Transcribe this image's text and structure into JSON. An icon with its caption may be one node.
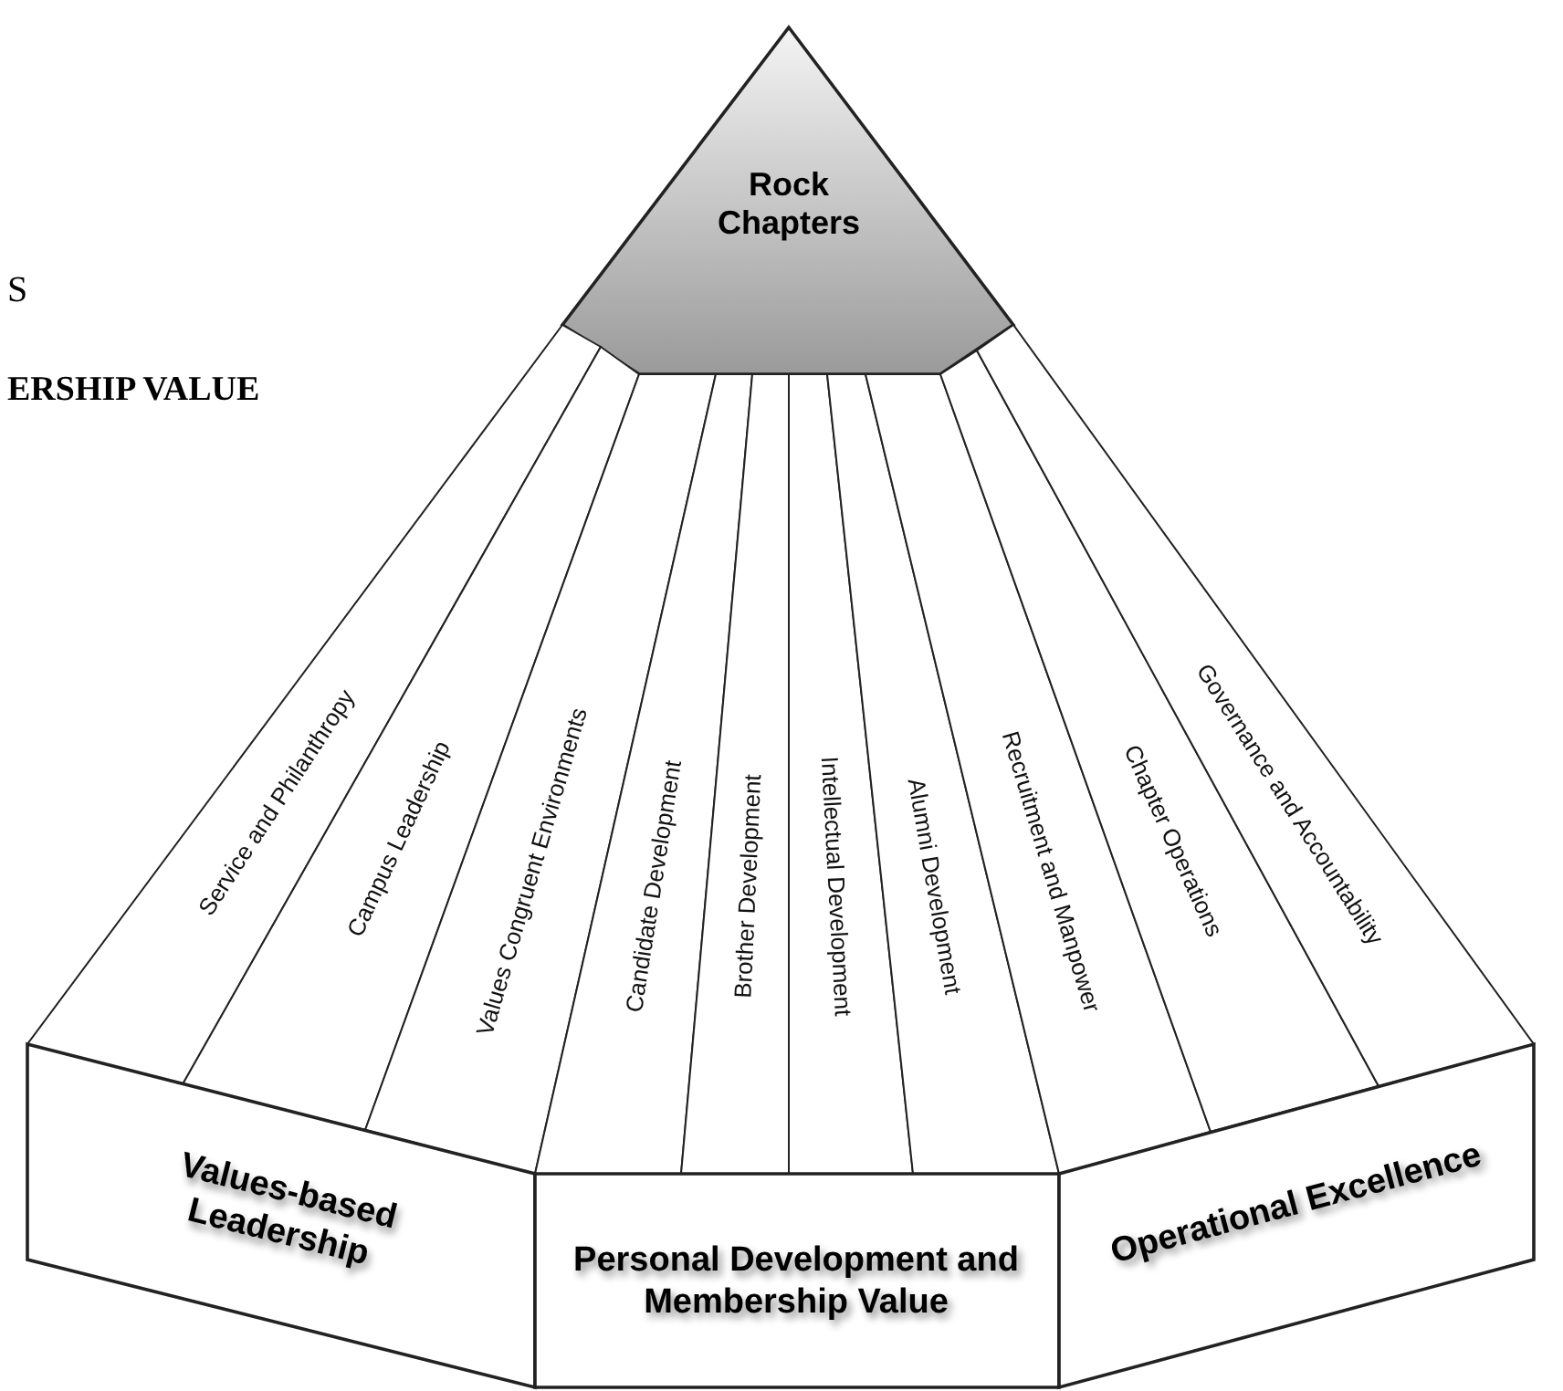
{
  "diagram": {
    "nodes": [
      {
        "text": [
          "Rock Chapters"
        ]
      },
      {
        "text": [
          "Service and Philanthropy"
        ]
      },
      {
        "text": [
          "Campus Leadership"
        ]
      },
      {
        "text": [
          "Values Congruent Environments"
        ]
      },
      {
        "text": [
          "Candidate Development"
        ]
      },
      {
        "text": [
          "Brother Development"
        ]
      },
      {
        "text": [
          "Intellectual Development"
        ]
      },
      {
        "text": [
          "Alumni Development"
        ]
      },
      {
        "text": [
          "Recruitment and Manpower"
        ]
      },
      {
        "text": [
          "Chapter Operations"
        ]
      },
      {
        "text": [
          "Governance and Accountability"
        ]
      },
      {
        "text": [
          "Values-based Leadership"
        ]
      },
      {
        "text": [
          "Personal Development and Membership Value"
        ]
      },
      {
        "text": [
          "Operational Excellence"
        ]
      }
    ],
    "edges": [],
    "labels": [
      "S",
      "ERSHIP VALUE"
    ]
  }
}
